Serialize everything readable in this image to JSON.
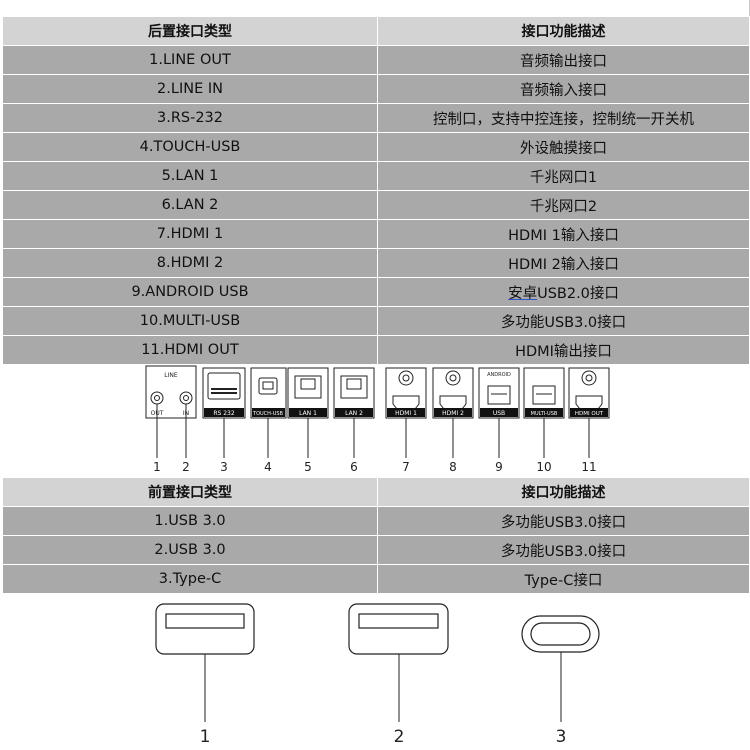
{
  "rear": {
    "headers": [
      "后置接口类型",
      "接口功能描述"
    ],
    "rows": [
      {
        "type": "1.LINE OUT",
        "desc": "音频输出接口"
      },
      {
        "type": "2.LINE IN",
        "desc": "音频输入接口"
      },
      {
        "type": "3.RS-232",
        "desc": "控制口，支持中控连接，控制统一开关机"
      },
      {
        "type": "4.TOUCH-USB",
        "desc": "外设触摸接口"
      },
      {
        "type": "5.LAN 1",
        "desc": "千兆网口1"
      },
      {
        "type": "6.LAN 2",
        "desc": "千兆网口2"
      },
      {
        "type": "7.HDMI 1",
        "desc": "HDMI 1输入接口"
      },
      {
        "type": "8.HDMI 2",
        "desc": "HDMI 2输入接口"
      },
      {
        "type": "9.ANDROID USB",
        "desc_link": "安卓",
        "desc_rest": "USB2.0接口"
      },
      {
        "type": "10.MULTI-USB",
        "desc": "多功能USB3.0接口"
      },
      {
        "type": "11.HDMI OUT",
        "desc": "HDMI输出接口"
      }
    ]
  },
  "rear_panel": {
    "line_label": "LINE",
    "port_labels": [
      "OUT",
      "IN",
      "RS 232",
      "TOUCH-USB",
      "LAN 1",
      "LAN 2",
      "HDMI 1",
      "HDMI 2",
      "USB",
      "MULTI-USB",
      "HDMI OUT"
    ],
    "android_label": "ANDROID",
    "callouts": [
      "1",
      "2",
      "3",
      "4",
      "5",
      "6",
      "7",
      "8",
      "9",
      "10",
      "11"
    ]
  },
  "front": {
    "headers": [
      "前置接口类型",
      "接口功能描述"
    ],
    "rows": [
      {
        "type": "1.USB 3.0",
        "desc": "多功能USB3.0接口"
      },
      {
        "type": "2.USB 3.0",
        "desc": "多功能USB3.0接口"
      },
      {
        "type": "3.Type-C",
        "desc": "Type-C接口"
      }
    ]
  },
  "front_panel": {
    "callouts": [
      "1",
      "2",
      "3"
    ]
  }
}
